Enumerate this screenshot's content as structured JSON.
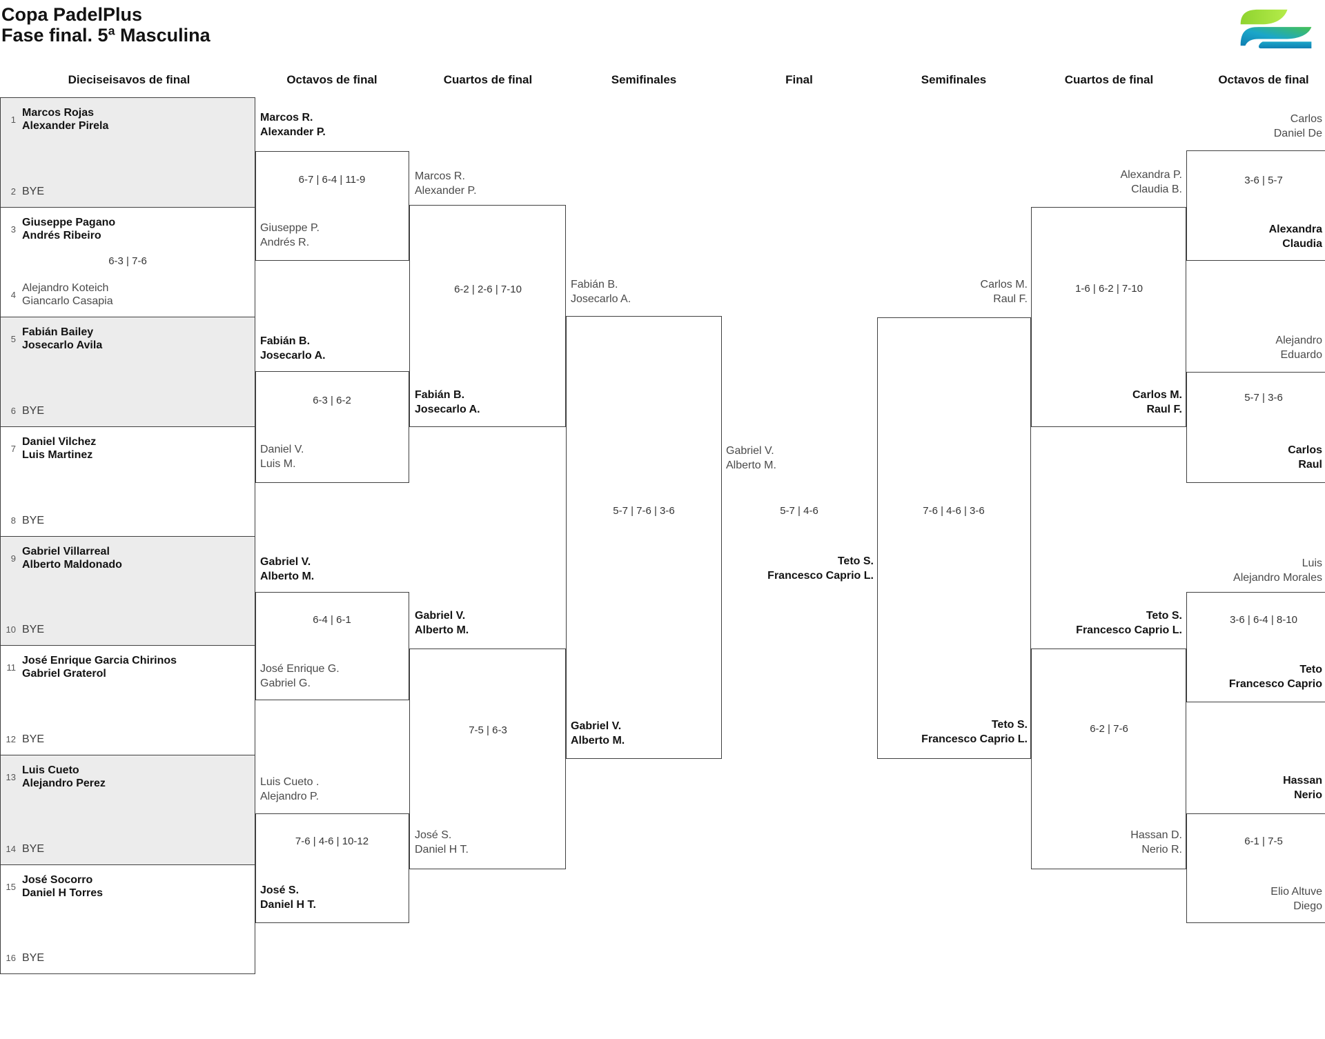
{
  "title": {
    "line1": "Copa PadelPlus",
    "line2": "Fase final. 5ª Masculina"
  },
  "headers": {
    "c1": "Dieciseisavos de final",
    "c2": "Octavos de final",
    "c3": "Cuartos de final",
    "c4": "Semifinales",
    "c5": "Final",
    "c6": "Semifinales",
    "c7": "Cuartos de final",
    "c8": "Octavos de final"
  },
  "logo_colors": {
    "lime": "#a8e43c",
    "green": "#46c153",
    "teal": "#1ba6c9",
    "blue": "#0f7fb2"
  },
  "r32": {
    "m1": {
      "seed_a": "1",
      "a1": "Marcos Rojas",
      "a2": "Alexander Pirela",
      "seed_b": "2",
      "b_bye": "BYE"
    },
    "m2": {
      "seed_a": "3",
      "a1": "Giuseppe Pagano",
      "a2": "Andrés Ribeiro",
      "score": "6-3 | 7-6",
      "seed_b": "4",
      "b1": "Alejandro Koteich",
      "b2": "Giancarlo Casapia"
    },
    "m3": {
      "seed_a": "5",
      "a1": "Fabián Bailey",
      "a2": "Josecarlo Avila",
      "seed_b": "6",
      "b_bye": "BYE"
    },
    "m4": {
      "seed_a": "7",
      "a1": "Daniel Vilchez",
      "a2": "Luis Martinez",
      "seed_b": "8",
      "b_bye": "BYE"
    },
    "m5": {
      "seed_a": "9",
      "a1": "Gabriel Villarreal",
      "a2": "Alberto Maldonado",
      "seed_b": "10",
      "b_bye": "BYE"
    },
    "m6": {
      "seed_a": "11",
      "a1": "José Enrique Garcia Chirinos",
      "a2": "Gabriel Graterol",
      "seed_b": "12",
      "b_bye": "BYE"
    },
    "m7": {
      "seed_a": "13",
      "a1": "Luis Cueto",
      "a2": "Alejandro Perez",
      "seed_b": "14",
      "b_bye": "BYE"
    },
    "m8": {
      "seed_a": "15",
      "a1": "José Socorro",
      "a2": "Daniel H Torres",
      "seed_b": "16",
      "b_bye": "BYE"
    }
  },
  "r16L": {
    "m1": {
      "t1": [
        "Marcos R.",
        "Alexander P."
      ],
      "t2": [
        "Giuseppe P.",
        "Andrés R."
      ],
      "score": "6-7 | 6-4 | 11-9",
      "winner": "t1"
    },
    "m2": {
      "t1": [
        "Fabián B.",
        "Josecarlo A."
      ],
      "t2": [
        "Daniel V.",
        "Luis M."
      ],
      "score": "6-3 | 6-2",
      "winner": "t1"
    },
    "m3": {
      "t1": [
        "Gabriel V.",
        "Alberto M."
      ],
      "t2": [
        "José Enrique G.",
        "Gabriel G."
      ],
      "score": "6-4 | 6-1",
      "winner": "t1"
    },
    "m4": {
      "t1": [
        "Luis Cueto .",
        "Alejandro P."
      ],
      "t2": [
        "José S.",
        "Daniel H T."
      ],
      "score": "7-6 | 4-6 | 10-12",
      "winner": "t2"
    }
  },
  "qfL": {
    "m1": {
      "t1": [
        "Marcos R.",
        "Alexander P."
      ],
      "t2": [
        "Fabián B.",
        "Josecarlo A."
      ],
      "score": "6-2 | 2-6 | 7-10",
      "winner": "t2"
    },
    "m2": {
      "t1": [
        "Gabriel V.",
        "Alberto M."
      ],
      "t2": [
        "José S.",
        "Daniel H T."
      ],
      "score": "7-5 | 6-3",
      "winner": "t1"
    }
  },
  "sfL": {
    "t1": [
      "Fabián B.",
      "Josecarlo A."
    ],
    "t2": [
      "Gabriel V.",
      "Alberto M."
    ],
    "score": "5-7 | 7-6 | 3-6",
    "winner": "t2"
  },
  "final": {
    "t1": [
      "Gabriel V.",
      "Alberto M."
    ],
    "t2": [
      "Teto S.",
      "Francesco Caprio L."
    ],
    "score": "5-7 | 4-6",
    "winner": "t2"
  },
  "sfR": {
    "t1": [
      "Carlos M.",
      "Raul F."
    ],
    "t2": [
      "Teto S.",
      "Francesco Caprio L."
    ],
    "score": "7-6 | 4-6 | 3-6",
    "winner": "t2"
  },
  "qfR": {
    "m1": {
      "t1": [
        "Alexandra P.",
        "Claudia B."
      ],
      "t2": [
        "Carlos M.",
        "Raul F."
      ],
      "score": "1-6 | 6-2 | 7-10",
      "winner": "t2"
    },
    "m2": {
      "t1": [
        "Teto S.",
        "Francesco Caprio L."
      ],
      "t2": [
        "Hassan D.",
        "Nerio R."
      ],
      "score": "6-2 | 7-6",
      "winner": "t1"
    }
  },
  "r16R": {
    "m1": {
      "t1": [
        "Carlos",
        "Daniel De"
      ],
      "t2": [
        "Alexandra",
        "Claudia"
      ],
      "score": "3-6 | 5-7",
      "winner": "t2"
    },
    "m2": {
      "t1": [
        "Alejandro",
        "Eduardo"
      ],
      "t2": [
        "Carlos",
        "Raul"
      ],
      "score": "5-7 | 3-6",
      "winner": "t2"
    },
    "m3": {
      "t1": [
        "Luis",
        "Alejandro Morales"
      ],
      "t2": [
        "Teto",
        "Francesco Caprio"
      ],
      "score": "3-6 | 6-4 | 8-10",
      "winner": "t2"
    },
    "m4": {
      "t1": [
        "Hassan",
        "Nerio"
      ],
      "t2": [
        "Elio Altuve",
        "Diego"
      ],
      "score": "6-1 | 7-5",
      "winner": "t1"
    }
  }
}
